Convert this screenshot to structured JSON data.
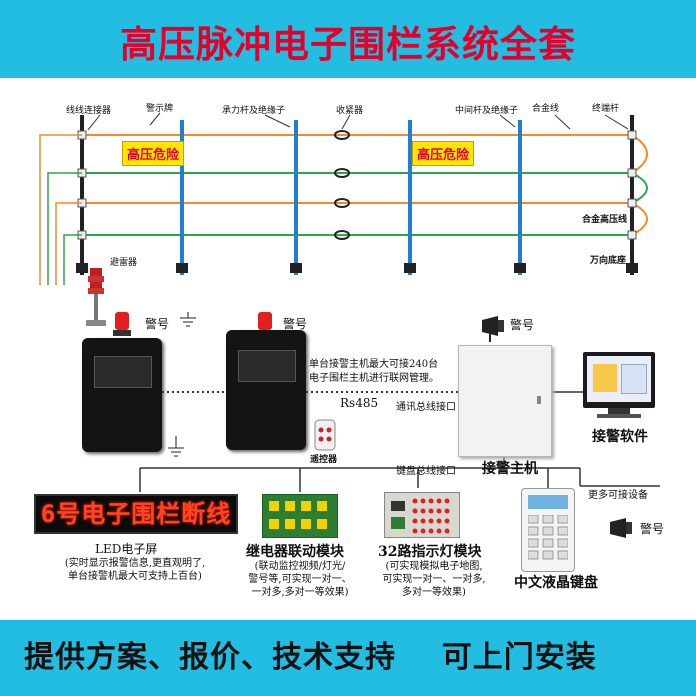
{
  "title": "高压脉冲电子围栏系统全套",
  "footer": "提供方案、报价、技术支持    可上门安装",
  "fence": {
    "labels": {
      "terminal_connector": "线线连接器",
      "warning_sign": "警示牌",
      "bearing_pole": "承力杆及绝缘子",
      "tightener": "收紧器",
      "middle_pole": "中间杆及绝缘子",
      "alloy_wire": "合金线",
      "end_pole": "终端杆",
      "alloy_hv_wire": "合金高压线",
      "universal_base": "万向底座",
      "lightning_arrester": "避雷器"
    },
    "danger_sign": "高压危险"
  },
  "devices": {
    "alarm_label_1": "警号",
    "alarm_label_2": "警号",
    "alarm_label_3": "警号",
    "alarm_label_4": "警号",
    "network_note_line1": "单台接警主机最大可接240台",
    "network_note_line2": "电子围栏主机进行联网管理。",
    "rs485": "Rs485",
    "comm_bus": "通讯总线接口",
    "remote": "遥控器",
    "keyboard_bus": "键盘总线接口",
    "host": "接警主机",
    "software": "接警软件",
    "more_devices": "更多可接设备"
  },
  "modules": {
    "led_text": "6号电子围栏断线",
    "led_title": "LED电子屏",
    "led_note": [
      "(实时显示报警信息,更直观明了,",
      "单台接警机最大可支持上百台)"
    ],
    "relay_title": "继电器联动模块",
    "relay_note": [
      "(联动监控视频/灯光/",
      "警号等,可实现一对一、",
      "一对多,多对一等效果)"
    ],
    "indicator_title": "32路指示灯模块",
    "indicator_note": [
      "(可实现模拟电子地图,",
      "可实现一对一、一对多,",
      "多对一等效果)"
    ],
    "keypad_title": "中文液晶键盘"
  },
  "colors": {
    "banner": "#22bde0",
    "title_red": "#e4002b",
    "wire_green": "#2aa84a",
    "wire_orange": "#f08c2a",
    "pole_blue": "#1f7fd0"
  }
}
